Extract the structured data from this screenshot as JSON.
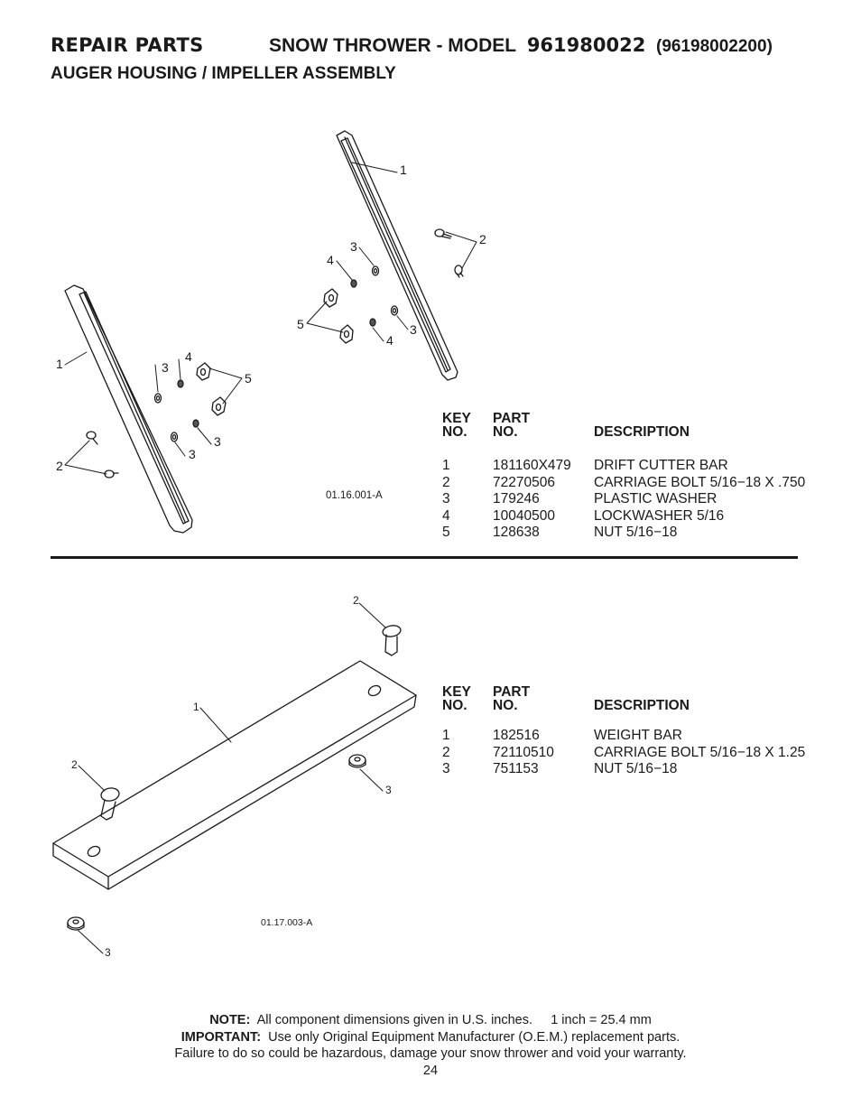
{
  "header": {
    "repair_parts": "REPAIR PARTS",
    "snow_thrower": "SNOW THROWER - MODEL",
    "model": "961980022",
    "model_alt": "(96198002200)",
    "subtitle": "AUGER HOUSING / IMPELLER ASSEMBLY"
  },
  "diagram1": {
    "code": "01.16.001-A",
    "callouts": [
      "1",
      "2",
      "3",
      "4",
      "5",
      "3",
      "4",
      "5",
      "1",
      "3",
      "4",
      "2",
      "3"
    ]
  },
  "table1": {
    "headers": {
      "key_line1": "KEY",
      "key_line2": "NO.",
      "part_line1": "PART",
      "part_line2": "NO.",
      "description": "DESCRIPTION"
    },
    "rows": [
      {
        "key": "1",
        "part": "181160X479",
        "description": "DRIFT CUTTER BAR"
      },
      {
        "key": "2",
        "part": "72270506",
        "description": "CARRIAGE BOLT 5/16−18 X .750"
      },
      {
        "key": "3",
        "part": "179246",
        "description": "PLASTIC WASHER"
      },
      {
        "key": "4",
        "part": "10040500",
        "description": "LOCKWASHER 5/16"
      },
      {
        "key": "5",
        "part": "128638",
        "description": "NUT 5/16−18"
      }
    ]
  },
  "diagram2": {
    "code": "01.17.003-A",
    "callouts": [
      "2",
      "1",
      "2",
      "3",
      "3"
    ]
  },
  "table2": {
    "headers": {
      "key_line1": "KEY",
      "key_line2": "NO.",
      "part_line1": "PART",
      "part_line2": "NO.",
      "description": "DESCRIPTION"
    },
    "rows": [
      {
        "key": "1",
        "part": "182516",
        "description": "WEIGHT BAR"
      },
      {
        "key": "2",
        "part": "72110510",
        "description": "CARRIAGE BOLT 5/16−18 X 1.25"
      },
      {
        "key": "3",
        "part": "751153",
        "description": "NUT 5/16−18"
      }
    ]
  },
  "footer": {
    "note_label": "NOTE:",
    "note_text": "All component dimensions given in U.S. inches.",
    "note_conversion": "1 inch = 25.4 mm",
    "important_label": "IMPORTANT:",
    "important_text": "Use only Original Equipment Manufacturer (O.E.M.) replacement parts.",
    "warning": "Failure to do so could be hazardous, damage your snow thrower and void your warranty.",
    "page_number": "24"
  }
}
